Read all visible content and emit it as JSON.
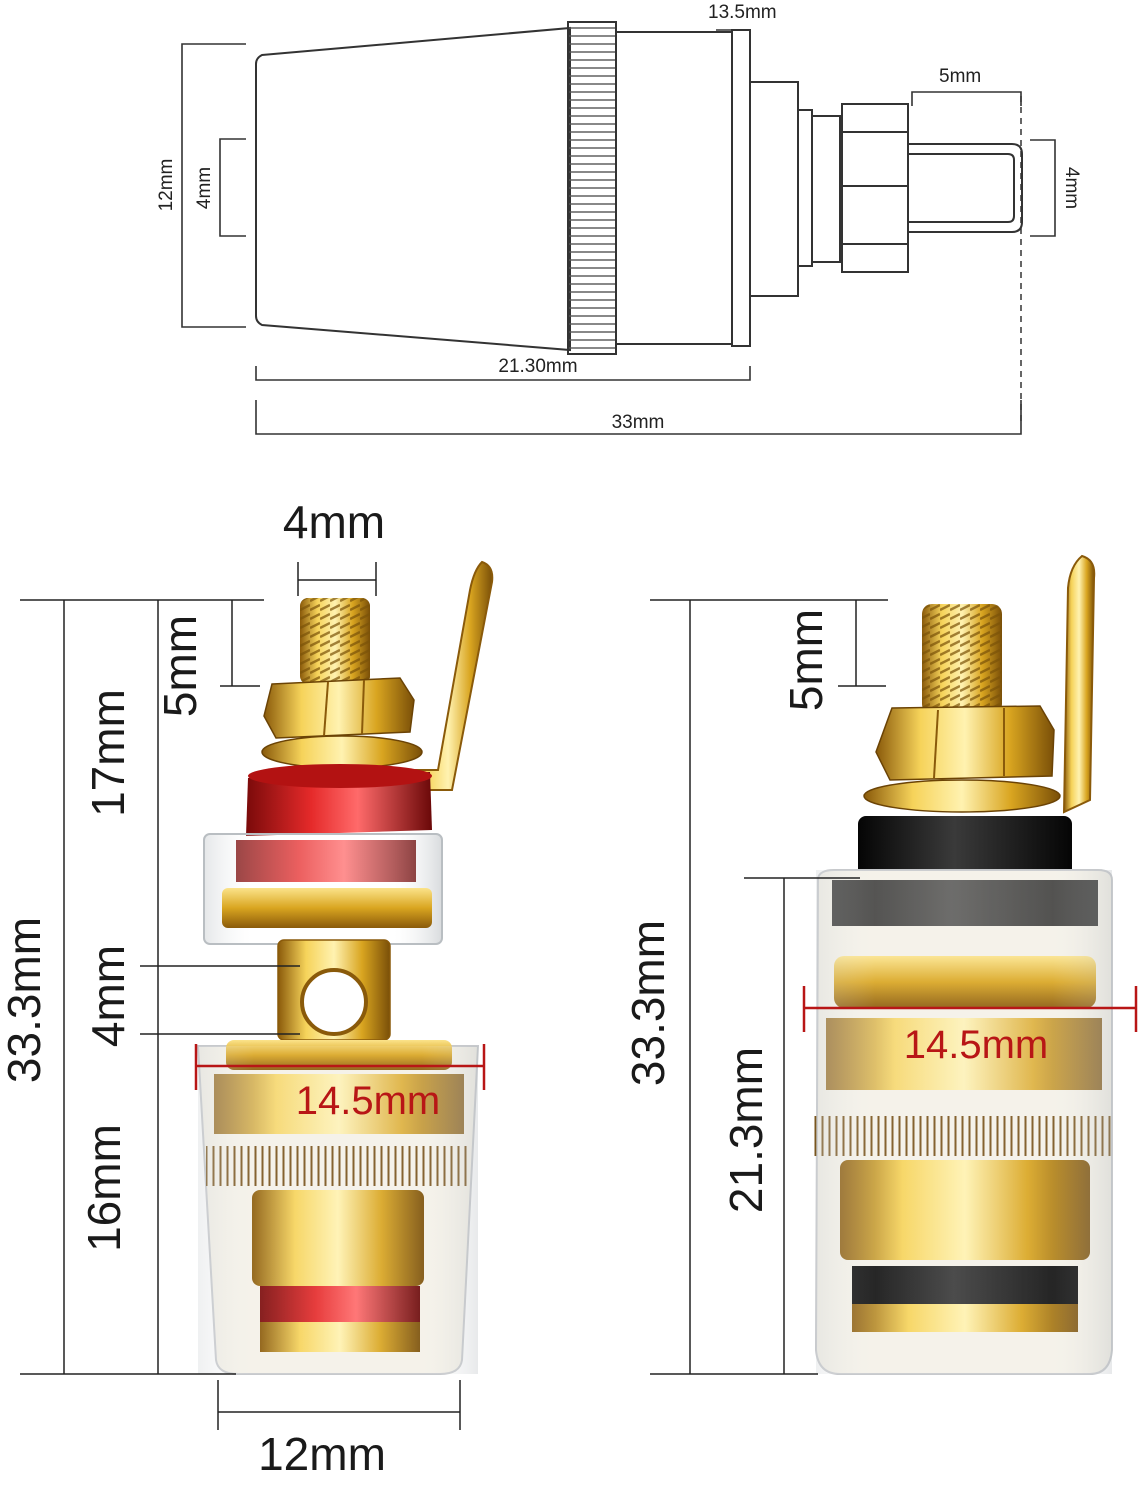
{
  "top_drawing": {
    "labels": {
      "collar_width": "13.5mm",
      "stud_length": "5mm",
      "cap_height": "12mm",
      "hole_left": "4mm",
      "stud_dia": "4mm",
      "cap_length": "21.30mm",
      "overall_length": "33mm"
    }
  },
  "left_photo": {
    "labels": {
      "stud_dia": "4mm",
      "stud_length": "5mm",
      "upper_height": "17mm",
      "overall_height": "33.3mm",
      "hole_dia": "4mm",
      "lower_height": "16mm",
      "cap_dia": "14.5mm",
      "base_width": "12mm"
    },
    "accent": "#c8181b"
  },
  "right_photo": {
    "labels": {
      "stud_length": "5mm",
      "overall_height": "33.3mm",
      "cap_height": "21.3mm",
      "cap_dia": "14.5mm"
    },
    "accent": "#151515"
  },
  "colors": {
    "gold": "#d9a520",
    "dim_red": "#b81616",
    "line": "#333333"
  }
}
